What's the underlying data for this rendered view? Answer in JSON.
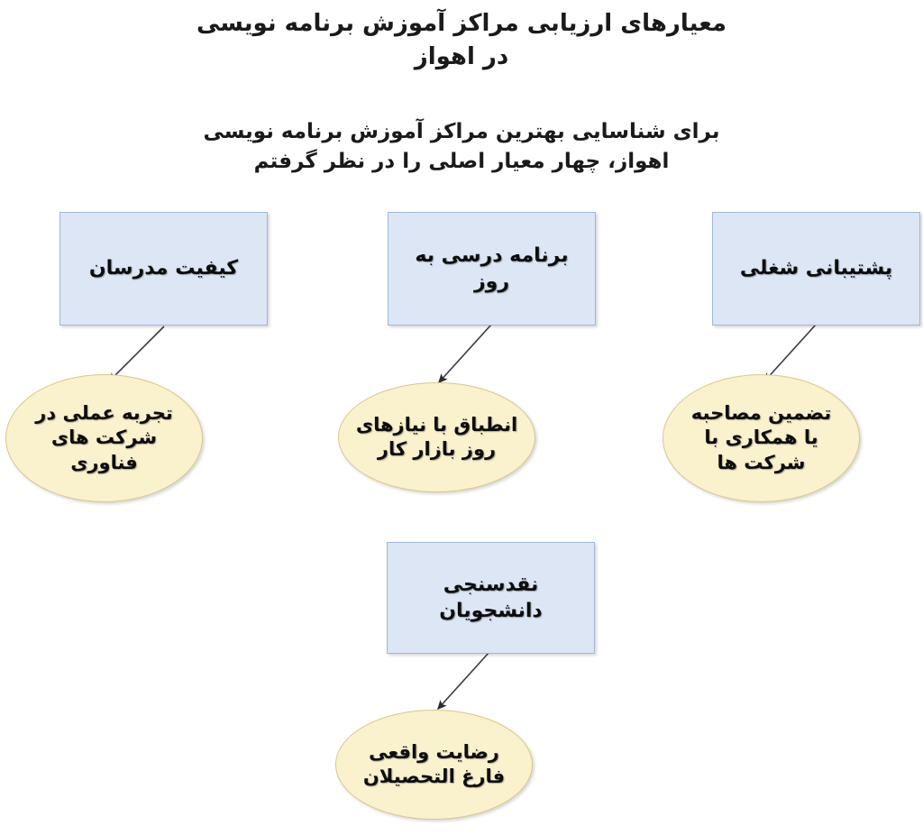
{
  "header": {
    "title": "معیارهای ارزیابی مراکز آموزش برنامه نویسی\nدر اهواز",
    "subtitle": "برای شناسایی بهترین مراکز آموزش برنامه نویسی\nاهواز، چهار معیار اصلی را در نظر گرفتم"
  },
  "colors": {
    "box_fill": "#dce6f4",
    "box_border": "#9fb8da",
    "ellipse_fill": "#faf1cd",
    "ellipse_border": "#d9c98b",
    "text": "#0d0d0d",
    "connector": "#3a3a45",
    "background": "#ffffff"
  },
  "diagram": {
    "type": "flowchart",
    "direction": "rtl",
    "criteria": [
      {
        "id": "criterion-teacher-quality",
        "box_label": "کیفیت مدرسان",
        "outcome_label": "تجربه عملی در\nشرکت های\nفناوری"
      },
      {
        "id": "criterion-updated-curriculum",
        "box_label": "برنامه درسی به\nروز",
        "outcome_label": "انطباق با نیازهای\nروز بازار کار"
      },
      {
        "id": "criterion-career-support",
        "box_label": "پشتیبانی شغلی",
        "outcome_label": "تضمین مصاحبه\nیا همکاری با\nشرکت ها"
      },
      {
        "id": "criterion-student-reviews",
        "box_label": "نقدسنجی\nدانشجویان",
        "outcome_label": "رضایت واقعی\nفارغ التحصیلان"
      }
    ]
  }
}
